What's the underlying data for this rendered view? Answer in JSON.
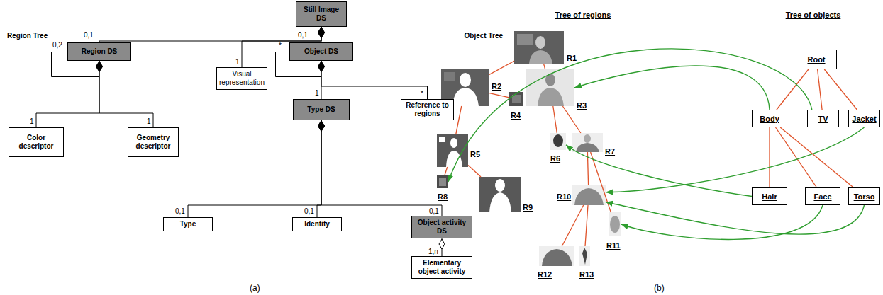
{
  "diagram": {
    "nodes": [
      {
        "text": [
          "Still Image DS"
        ]
      },
      {
        "text": [
          "Region Tree"
        ]
      },
      {
        "text": [
          "Region DS"
        ],
        "in": 1
      },
      {
        "text": [
          "Color descriptor"
        ],
        "in": 1
      },
      {
        "text": [
          "Geometry descriptor"
        ],
        "in": 1
      },
      {
        "text": [
          "Visual representation"
        ]
      },
      {
        "text": [
          "Object Tree"
        ]
      },
      {
        "text": [
          "Object DS"
        ],
        "in": 6
      },
      {
        "text": [
          "Type DS"
        ],
        "in": 6
      },
      {
        "text": [
          "Reference to regions"
        ],
        "in": 6
      },
      {
        "text": [
          "Type"
        ],
        "in": 6
      },
      {
        "text": [
          "Identity"
        ],
        "in": 6
      },
      {
        "text": [
          "Object activity DS"
        ],
        "in": 6
      },
      {
        "text": [
          "Elementary object activity"
        ],
        "in": 6
      },
      {
        "text": [
          "Tree of regions"
        ]
      },
      {
        "text": [
          "R1"
        ],
        "in": 14
      },
      {
        "text": [
          "R2"
        ],
        "in": 14
      },
      {
        "text": [
          "R3"
        ],
        "in": 14
      },
      {
        "text": [
          "R4"
        ],
        "in": 14
      },
      {
        "text": [
          "R5"
        ],
        "in": 14
      },
      {
        "text": [
          "R6"
        ],
        "in": 14
      },
      {
        "text": [
          "R7"
        ],
        "in": 14
      },
      {
        "text": [
          "R8"
        ],
        "in": 14
      },
      {
        "text": [
          "R9"
        ],
        "in": 14
      },
      {
        "text": [
          "R10"
        ],
        "in": 14
      },
      {
        "text": [
          "R11"
        ],
        "in": 14
      },
      {
        "text": [
          "R12"
        ],
        "in": 14
      },
      {
        "text": [
          "R13"
        ],
        "in": 14
      },
      {
        "text": [
          "Tree of objects"
        ]
      },
      {
        "text": [
          "Root"
        ],
        "in": 28
      },
      {
        "text": [
          "Body"
        ],
        "in": 28
      },
      {
        "text": [
          "TV"
        ],
        "in": 28
      },
      {
        "text": [
          "Jacket"
        ],
        "in": 28
      },
      {
        "text": [
          "Hair"
        ],
        "in": 28
      },
      {
        "text": [
          "Face"
        ],
        "in": 28
      },
      {
        "text": [
          "Torso"
        ],
        "in": 28
      }
    ],
    "edges": [
      {
        "from": 2,
        "to": 0,
        "arrow": "to"
      },
      {
        "from": 5,
        "to": 0,
        "arrow": "to"
      },
      {
        "from": 7,
        "to": 0,
        "arrow": "to"
      },
      {
        "from": 3,
        "to": 2,
        "arrow": "to"
      },
      {
        "from": 4,
        "to": 2,
        "arrow": "to"
      },
      {
        "from": 8,
        "to": 7,
        "arrow": "to"
      },
      {
        "from": 9,
        "to": 7,
        "arrow": "to"
      },
      {
        "from": 10,
        "to": 8,
        "arrow": "to"
      },
      {
        "from": 11,
        "to": 8,
        "arrow": "to"
      },
      {
        "from": 12,
        "to": 8,
        "arrow": "to"
      },
      {
        "from": 13,
        "to": 12,
        "arrow": "to"
      },
      {
        "from": 15,
        "to": 16,
        "arrow": "none"
      },
      {
        "from": 15,
        "to": 17,
        "arrow": "none"
      },
      {
        "from": 16,
        "to": 18,
        "arrow": "none"
      },
      {
        "from": 16,
        "to": 19,
        "arrow": "none"
      },
      {
        "from": 17,
        "to": 20,
        "arrow": "none"
      },
      {
        "from": 17,
        "to": 21,
        "arrow": "none"
      },
      {
        "from": 19,
        "to": 22,
        "arrow": "none"
      },
      {
        "from": 19,
        "to": 23,
        "arrow": "none"
      },
      {
        "from": 21,
        "to": 24,
        "arrow": "none"
      },
      {
        "from": 21,
        "to": 25,
        "arrow": "none"
      },
      {
        "from": 24,
        "to": 26,
        "arrow": "none"
      },
      {
        "from": 24,
        "to": 27,
        "arrow": "none"
      },
      {
        "from": 29,
        "to": 30,
        "arrow": "none"
      },
      {
        "from": 29,
        "to": 31,
        "arrow": "none"
      },
      {
        "from": 29,
        "to": 32,
        "arrow": "none"
      },
      {
        "from": 30,
        "to": 33,
        "arrow": "none"
      },
      {
        "from": 30,
        "to": 34,
        "arrow": "none"
      },
      {
        "from": 30,
        "to": 35,
        "arrow": "none"
      },
      {
        "from": 30,
        "to": 17,
        "arrow": "to"
      },
      {
        "from": 31,
        "to": 22,
        "arrow": "to"
      },
      {
        "from": 32,
        "to": 24,
        "arrow": "to"
      },
      {
        "from": 33,
        "to": 20,
        "arrow": "to"
      },
      {
        "from": 34,
        "to": 25,
        "arrow": "to"
      },
      {
        "from": 35,
        "to": 24,
        "arrow": "to"
      }
    ],
    "labels": [
      "0,1",
      "0,1",
      "0,2",
      "*",
      "1",
      "1",
      "*",
      "1",
      "1",
      "0,1",
      "0,1",
      "0,1",
      "1,n",
      "(a)",
      "(b)"
    ]
  }
}
